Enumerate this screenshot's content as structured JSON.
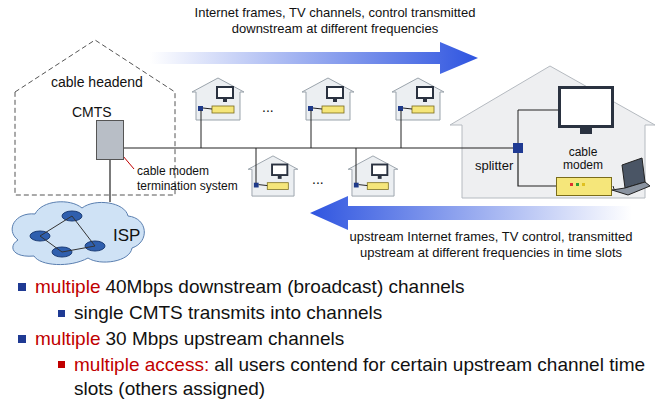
{
  "diagram": {
    "nodes": [
      {
        "text": [
          "cable headend"
        ]
      },
      {
        "text": [
          "CMTS"
        ],
        "in": 0
      },
      {
        "text": [
          "ISP"
        ]
      },
      {
        "text": [
          "splitter"
        ]
      },
      {
        "text": [
          "cable modem"
        ]
      }
    ],
    "edges": [
      {
        "from": 1,
        "to": 3,
        "arrow": "none"
      },
      {
        "from": 1,
        "to": 2,
        "arrow": "none"
      },
      {
        "from": 3,
        "to": 4,
        "arrow": "none"
      }
    ],
    "labels": [
      "Internet frames, TV channels, control transmitted downstream at different frequencies",
      "upstream Internet frames, TV control, transmitted upstream at different frequencies in time slots",
      "cable modem termination system",
      "...",
      "...",
      "multiple",
      "40Mbps downstream (broadcast) channels",
      "single CMTS transmits into channels",
      "multiple",
      "30 Mbps upstream channels",
      "multiple access:",
      "all users contend for certain upstream channel time slots (others assigned)"
    ]
  }
}
